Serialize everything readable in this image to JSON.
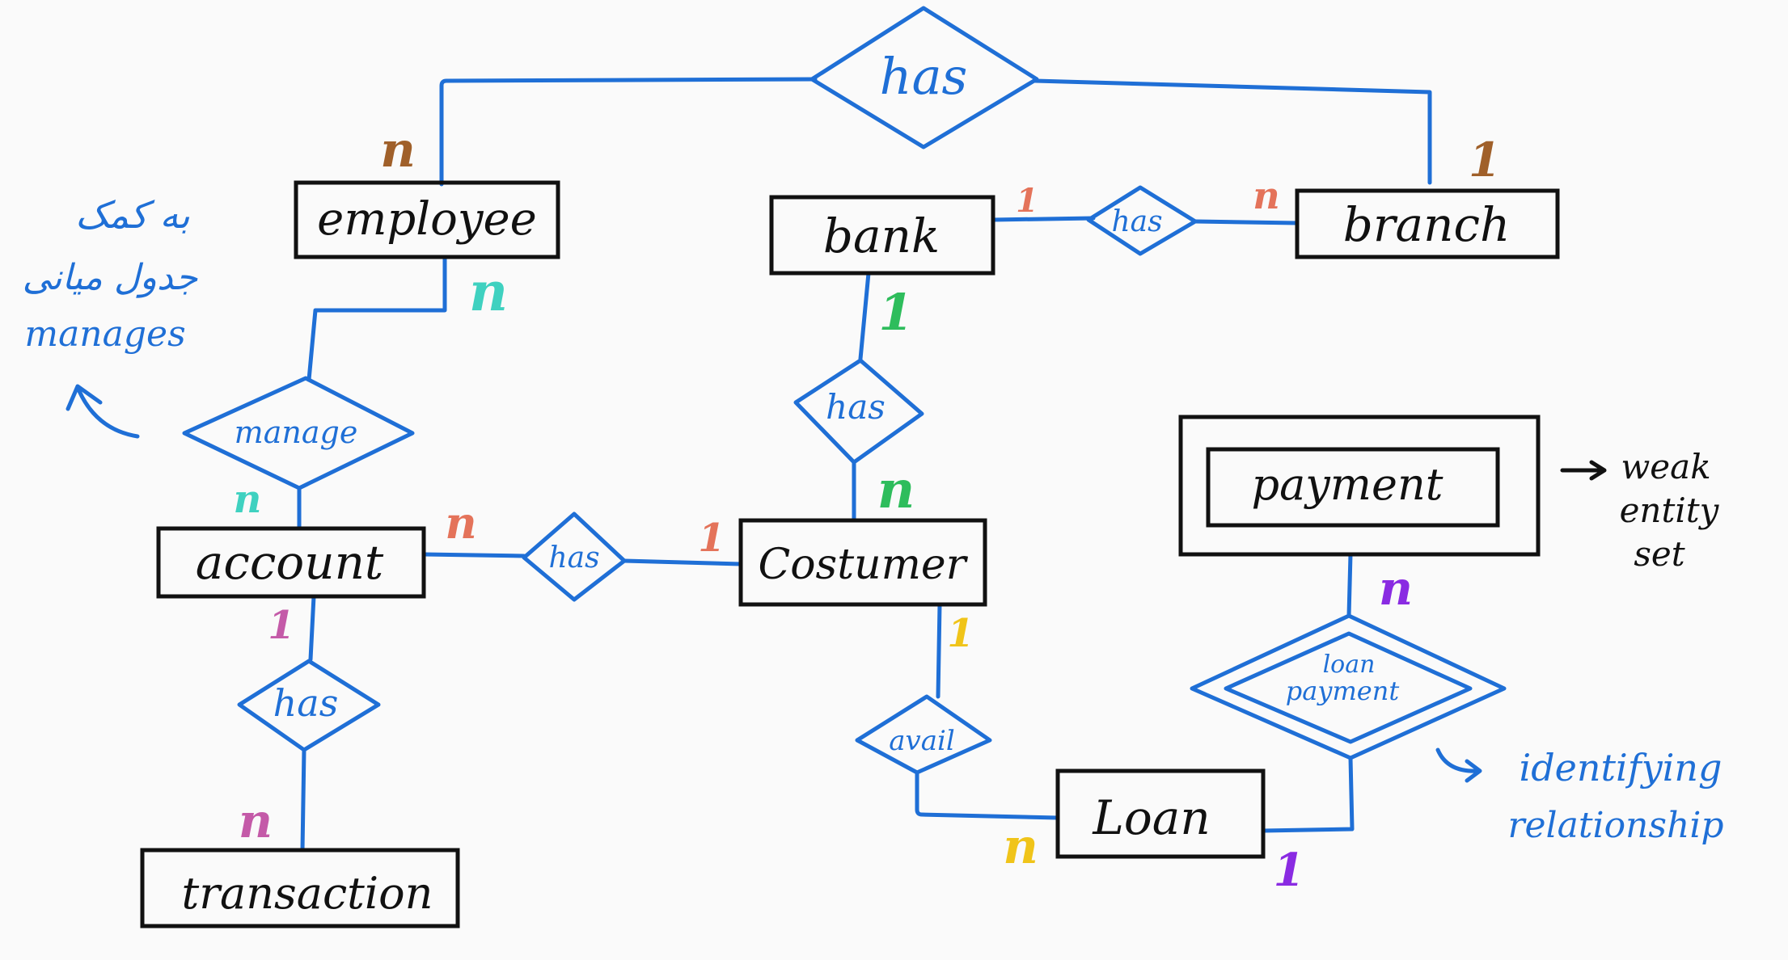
{
  "colors": {
    "blue": "#1f6fd6",
    "ink": "#111111",
    "background": "#fafafa"
  },
  "entities": {
    "employee": "employee",
    "bank": "bank",
    "branch": "branch",
    "account": "account",
    "costumer": "Costumer",
    "transaction": "transaction",
    "loan": "Loan",
    "payment": "payment"
  },
  "relationships": {
    "has_top": "has",
    "has_bank_branch": "has",
    "has_bank_costumer": "has",
    "manage": "manage",
    "has_account_costumer": "has",
    "has_account_transaction": "has",
    "avail": "avail",
    "loan_payment_line1": "loan",
    "loan_payment_line2": "payment"
  },
  "cardinalities": [
    {
      "id": "employee-has",
      "text": "n",
      "color": "#a0602a"
    },
    {
      "id": "branch-has",
      "text": "1",
      "color": "#a0602a"
    },
    {
      "id": "bank-branch-bank",
      "text": "1",
      "color": "#e4735a"
    },
    {
      "id": "bank-branch-branch",
      "text": "n",
      "color": "#e4735a"
    },
    {
      "id": "employee-manage",
      "text": "n",
      "color": "#3fd1c0"
    },
    {
      "id": "account-manage",
      "text": "n",
      "color": "#3fd1c0"
    },
    {
      "id": "bank-has",
      "text": "1",
      "color": "#2ebd5c"
    },
    {
      "id": "costumer-has",
      "text": "n",
      "color": "#2ebd5c"
    },
    {
      "id": "account-costumer-account",
      "text": "n",
      "color": "#e4735a"
    },
    {
      "id": "account-costumer-costumer",
      "text": "1",
      "color": "#e4735a"
    },
    {
      "id": "account-transaction-account",
      "text": "1",
      "color": "#c45aa8"
    },
    {
      "id": "account-transaction-transaction",
      "text": "n",
      "color": "#c45aa8"
    },
    {
      "id": "costumer-avail",
      "text": "1",
      "color": "#f0c419"
    },
    {
      "id": "loan-avail",
      "text": "n",
      "color": "#f0c419"
    },
    {
      "id": "payment-loanpayment",
      "text": "n",
      "color": "#8a2be2"
    },
    {
      "id": "loan-loanpayment",
      "text": "1",
      "color": "#8a2be2"
    }
  ],
  "notes": {
    "persian_line1": "به کمک",
    "persian_line2": "جدول میانی",
    "manages": "manages",
    "weak_line1": "weak",
    "weak_line2": "entity",
    "weak_line3": "set",
    "identifying_line1": "identifying",
    "identifying_line2": "relationship"
  }
}
